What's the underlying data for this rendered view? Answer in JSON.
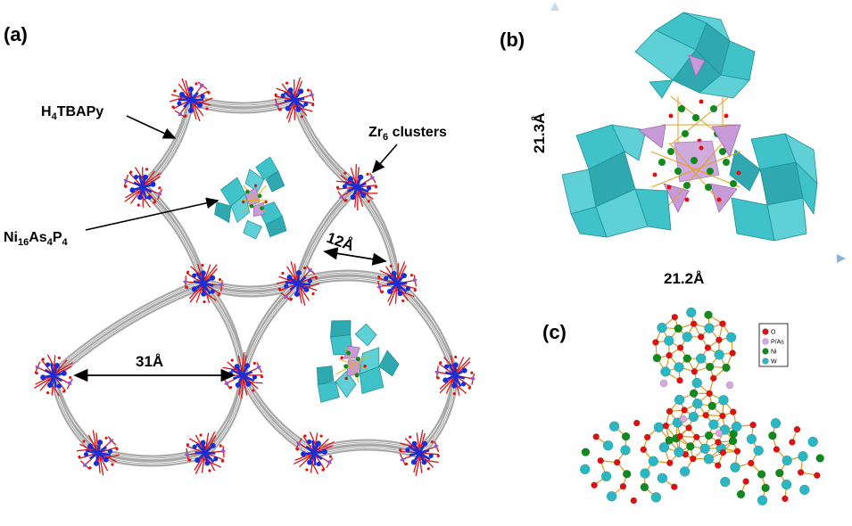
{
  "panels": {
    "a": "(a)",
    "b": "(b)",
    "c": "(c)"
  },
  "labels": {
    "linker_main": "H",
    "linker_sub": "4",
    "linker_tail": "TBAPy",
    "zr_main": "Zr",
    "zr_sub": "6",
    "zr_tail": " clusters",
    "ni_1": "Ni",
    "ni_1_sub": "16",
    "ni_2": "As",
    "ni_2_sub": "4",
    "ni_3": "P",
    "ni_3_sub": "4",
    "pore_small": "12Å",
    "pore_large": "31Å"
  },
  "panel_b": {
    "x_dimension": "21.2Å",
    "y_dimension": "21.3Å"
  },
  "legend": {
    "items": [
      {
        "label": "O",
        "color": "#e01010"
      },
      {
        "label": "P/As",
        "color": "#d8a6e0"
      },
      {
        "label": "Ni",
        "color": "#0f8a1e"
      },
      {
        "label": "W",
        "color": "#2ab7c2"
      }
    ]
  },
  "colors": {
    "polyhedra_teal": "#3fc2c8",
    "polyhedra_violet": "#c89bd8",
    "zr_blue": "#1a2ed8",
    "oxygen_red": "#e01010",
    "framework_grey": "#a8a8a8",
    "axis_blue": "#8cb4d8",
    "axis_green": "#2e9a5a"
  }
}
